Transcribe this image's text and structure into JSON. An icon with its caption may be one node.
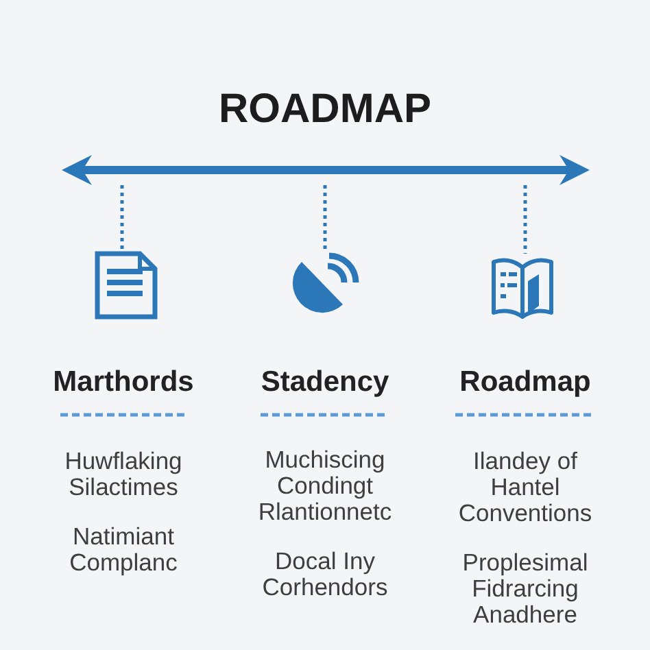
{
  "diagram": {
    "title": "ROADMAP",
    "nodes": [
      {
        "text": [],
        "shape": "arrow"
      },
      {
        "text": [],
        "shape": "picture",
        "beside": [
          "Marthords",
          "Huwflaking Silactimes",
          "Natimiant Complanc"
        ]
      },
      {
        "text": [],
        "shape": "picture",
        "beside": [
          "Stadency",
          "Muchiscing Condingt Rlantionnetc",
          "Docal Iny Corhendors"
        ]
      },
      {
        "text": [],
        "shape": "picture",
        "beside": [
          "Roadmap",
          "Ilandey of Hantel Conventions",
          "Proplesimal Fidrarcing Anadhere"
        ]
      }
    ],
    "edges": [
      {
        "from": 0,
        "to": 1,
        "arrow": "none",
        "style": "dashed"
      },
      {
        "from": 0,
        "to": 2,
        "arrow": "none",
        "style": "dashed"
      },
      {
        "from": 0,
        "to": 3,
        "arrow": "none",
        "style": "dashed"
      }
    ]
  }
}
